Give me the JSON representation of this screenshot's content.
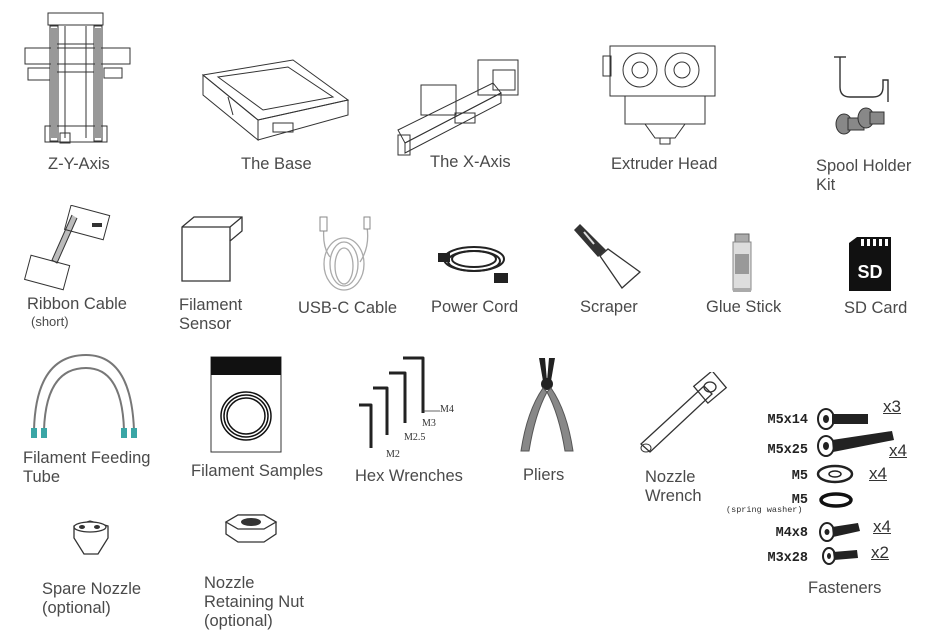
{
  "items": {
    "zy_axis": "Z-Y-Axis",
    "base": "The Base",
    "x_axis": "The X-Axis",
    "extruder": "Extruder Head",
    "spool_1": "Spool Holder",
    "spool_2": "Kit",
    "ribbon": "Ribbon Cable",
    "ribbon_sub": "(short)",
    "filsensor_1": "Filament",
    "filsensor_2": "Sensor",
    "usbc": "USB-C Cable",
    "power": "Power Cord",
    "scraper": "Scraper",
    "glue": "Glue Stick",
    "sdcard": "SD Card",
    "sd_logo": "SD",
    "tube_1": "Filament Feeding",
    "tube_2": "Tube",
    "samples": "Filament Samples",
    "hex": "Hex Wrenches",
    "pliers": "Pliers",
    "nwrench_1": "Nozzle",
    "nwrench_2": "Wrench",
    "nozzle_1": "Spare Nozzle",
    "nozzle_2": "(optional)",
    "nut_1": "Nozzle",
    "nut_2": "Retaining Nut",
    "nut_3": "(optional)",
    "fasteners": "Fasteners"
  },
  "hex_sizes": {
    "m4": "M4",
    "m3": "M3",
    "m25": "M2.5",
    "m2": "M2"
  },
  "fasteners": [
    {
      "label": "M5x14",
      "sub": "",
      "qty": "x3"
    },
    {
      "label": "M5x25",
      "sub": "",
      "qty": "x4"
    },
    {
      "label": "M5",
      "sub": "",
      "qty": "x4"
    },
    {
      "label": "M5",
      "sub": "(spring washer)",
      "qty": ""
    },
    {
      "label": "M4x8",
      "sub": "",
      "qty": "x4"
    },
    {
      "label": "M3x28",
      "sub": "",
      "qty": "x2"
    }
  ],
  "colors": {
    "line": "#333333",
    "fill_gray": "#888888",
    "teal": "#3aa6a6"
  }
}
